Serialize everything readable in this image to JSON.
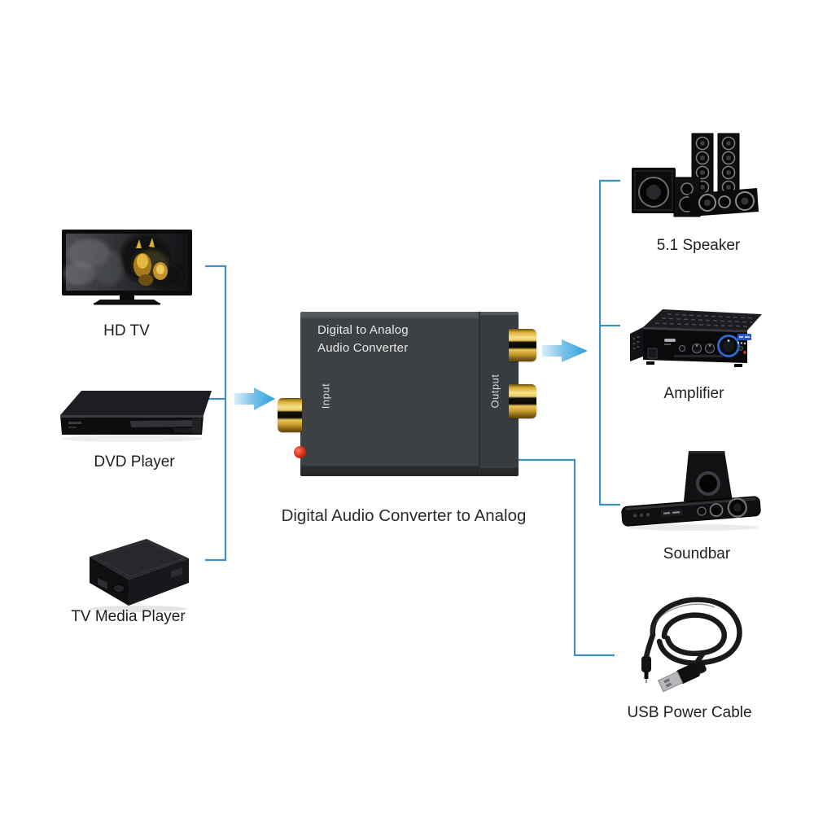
{
  "diagram": {
    "caption": "Digital Audio Converter to Analog"
  },
  "converter": {
    "title_line1": "Digital to Analog",
    "title_line2": "Audio Converter",
    "input_label": "Input",
    "output_label": "Output",
    "ports": {
      "input_type": "coaxial RCA",
      "output_type": "stereo RCA x2"
    }
  },
  "sources": [
    {
      "id": "hd-tv",
      "label": "HD TV"
    },
    {
      "id": "dvd-player",
      "label": "DVD Player"
    },
    {
      "id": "tv-media-player",
      "label": "TV Media Player"
    }
  ],
  "sinks": [
    {
      "id": "5-1-speaker",
      "label": "5.1 Speaker"
    },
    {
      "id": "amplifier",
      "label": "Amplifier"
    },
    {
      "id": "soundbar",
      "label": "Soundbar"
    },
    {
      "id": "usb-power-cable",
      "label": "USB Power Cable"
    }
  ],
  "colors": {
    "background": "#ffffff",
    "connector_line": "#4190c2",
    "arrow_blue": "#2aa2de",
    "arrow_tail_light": "#d9eef9",
    "converter_body": "#3e4144",
    "converter_text": "#e8e8e8",
    "rca_gold": "#e9c75a",
    "led_red": "#d32414",
    "label_text": "#1f1f1f"
  }
}
